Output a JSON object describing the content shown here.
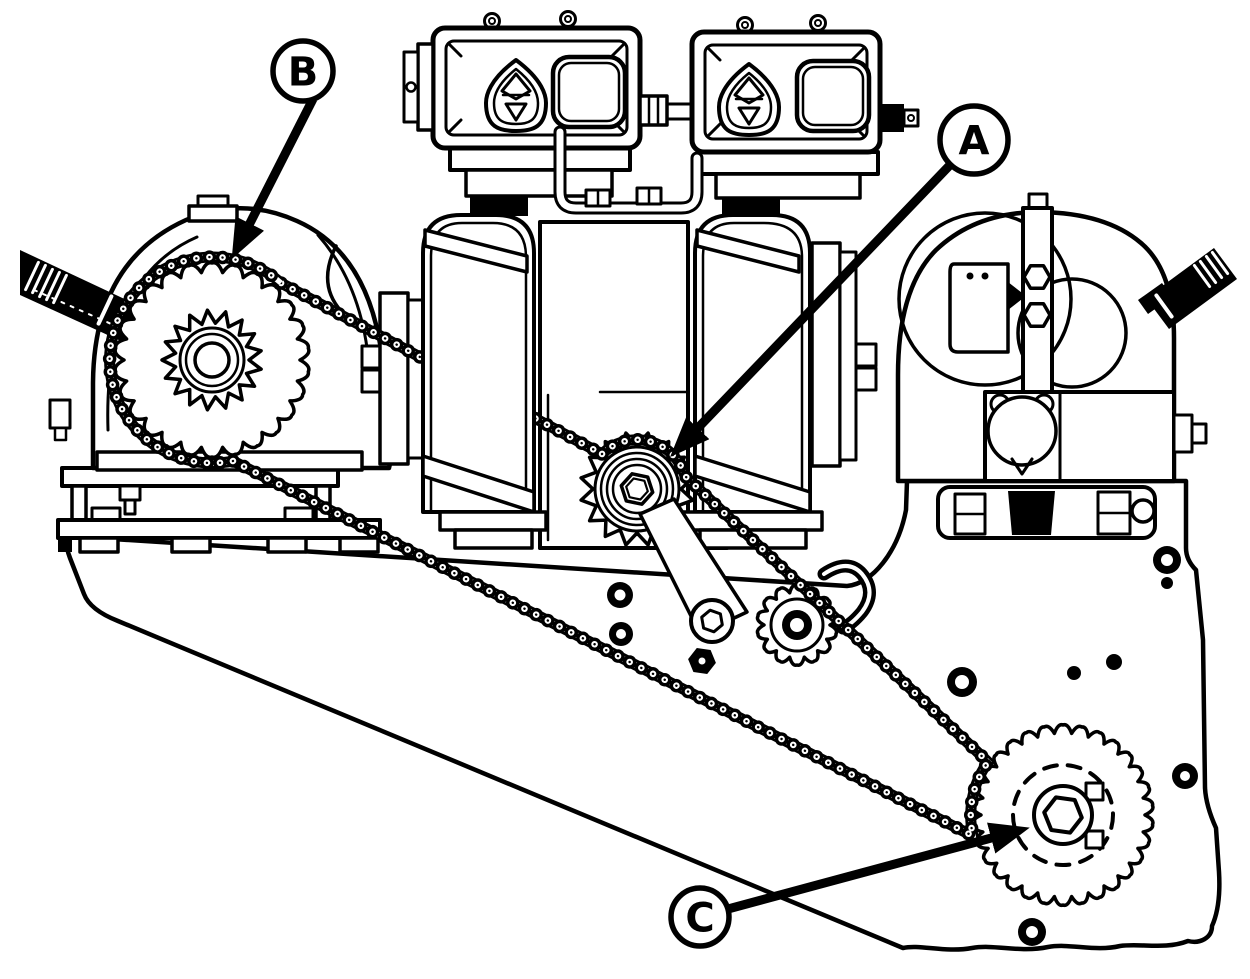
{
  "figure": {
    "kind": "technical line illustration",
    "description": "Chain drive assembly of twin metering pumps with gearboxes, drive sprocket, idler and driven sprocket",
    "background_color": "#ffffff",
    "line_color": "#000000"
  },
  "callouts": {
    "a": {
      "label": "A"
    },
    "b": {
      "label": "B"
    },
    "c": {
      "label": "C"
    }
  },
  "icons": {
    "reservoir_emblem": "teardrop-drop-icon",
    "leader": "arrow-leader"
  }
}
